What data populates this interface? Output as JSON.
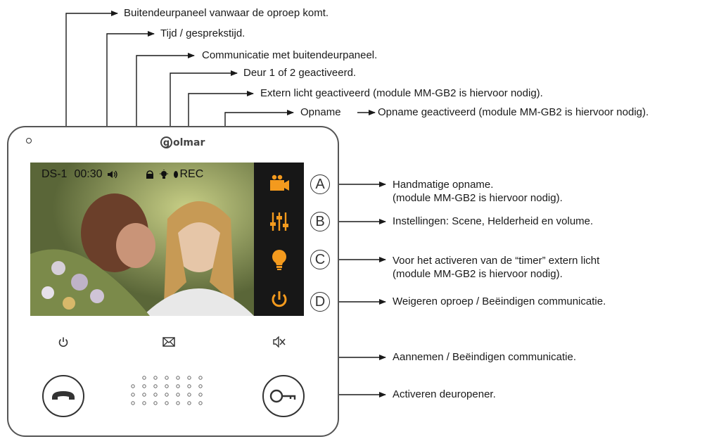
{
  "callouts_top": [
    "Buitendeurpaneel vanwaar de oproep komt.",
    "Tijd / gesprekstijd.",
    "Communicatie met buitendeurpaneel.",
    "Deur 1 of 2 geactiveerd.",
    "Extern licht geactiveerd (module MM-GB2 is hiervoor nodig).",
    "Opname",
    "Opname geactiveerd (module MM-GB2 is hiervoor nodig)."
  ],
  "callouts_right": {
    "a": [
      "Handmatige opname.",
      "(module MM-GB2 is hiervoor nodig)."
    ],
    "b": "Instellingen: Scene, Helderheid en volume.",
    "c": [
      "Voor het activeren van de “timer” extern licht",
      "(module MM-GB2 is hiervoor nodig)."
    ],
    "d": "Weigeren oproep / Beëindigen communicatie.",
    "answer": "Aannemen / Beëindigen communicatie.",
    "door": "Activeren deuropener."
  },
  "device": {
    "brand": "olmar",
    "brand_initial": "g",
    "status": {
      "panel": "DS-1",
      "time": "00:30",
      "rec": "REC"
    },
    "button_letters": [
      "A",
      "B",
      "C",
      "D"
    ],
    "icons": {
      "record": "camera-record-icon",
      "settings": "sliders-icon",
      "light": "bulb-icon",
      "power": "power-icon",
      "status_power": "power-icon",
      "status_message": "envelope-icon",
      "status_mute": "mute-icon",
      "answer": "handset-icon",
      "door": "key-icon"
    },
    "colors": {
      "accent": "#f39a1e",
      "frame": "#555555",
      "screen_bg": "#1c1c1c"
    }
  }
}
